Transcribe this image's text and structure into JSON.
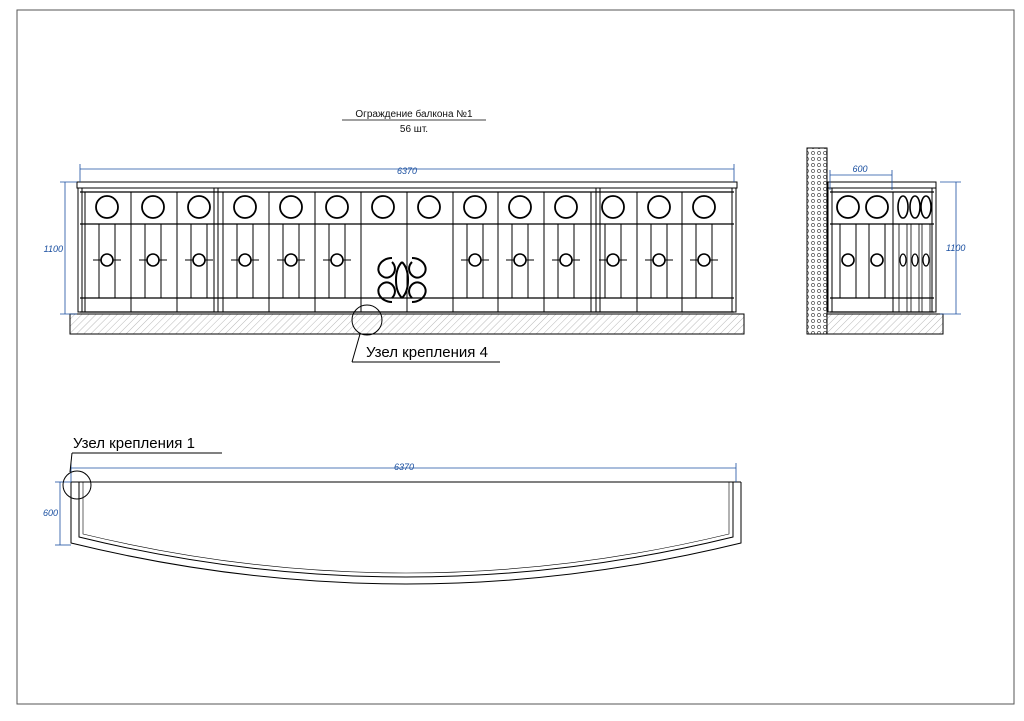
{
  "title": {
    "line1": "Ограждение балкона №1",
    "line2": "56 шт."
  },
  "front_view": {
    "overall_width_dim": "6370",
    "height_dim": "1100"
  },
  "side_view": {
    "depth_dim": "600",
    "height_dim": "1100"
  },
  "plan_view": {
    "width_dim": "6370",
    "depth_dim": "600"
  },
  "callouts": {
    "node_4": "Узел крепления 4",
    "node_1": "Узел крепления 1"
  },
  "colors": {
    "line": "#000000",
    "dimension": "#1a4fa0",
    "frame": "#555555"
  }
}
